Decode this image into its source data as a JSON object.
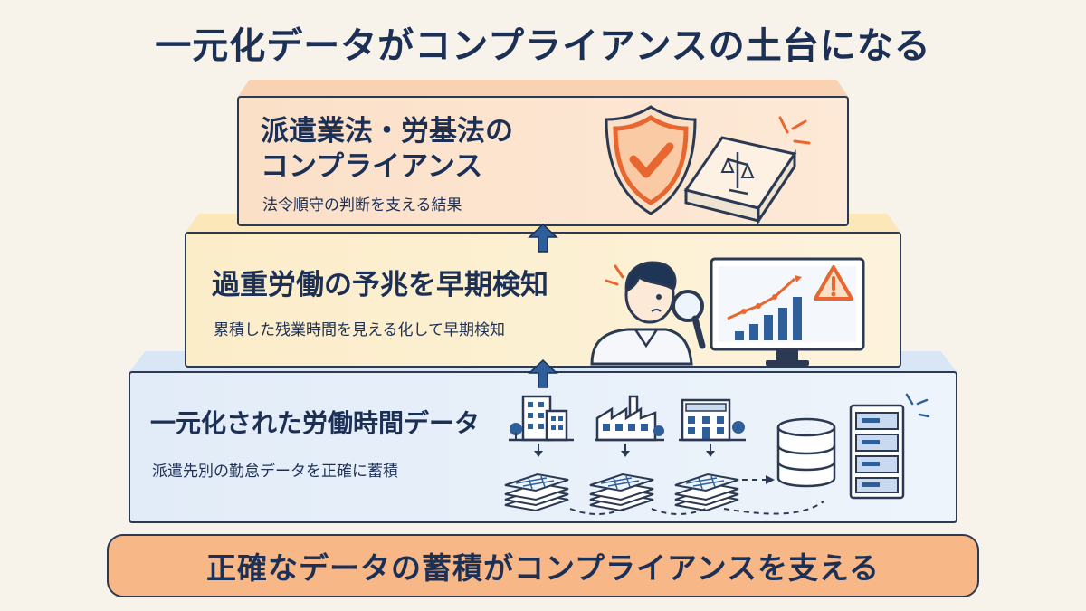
{
  "title": "一元化データがコンプライアンスの土台になる",
  "tiers": {
    "top": {
      "heading_line1": "派遣業法・労基法の",
      "heading_line2": "コンプライアンス",
      "sub": "法令順守の判断を支える結果",
      "icons": [
        "shield-check-icon",
        "law-book-icon"
      ]
    },
    "middle": {
      "heading": "過重労働の予兆を早期検知",
      "sub": "累積した残業時間を見える化して早期検知",
      "icons": [
        "analyst-person-icon",
        "magnifier-icon",
        "monitor-chart-icon",
        "warning-icon"
      ]
    },
    "bottom": {
      "heading": "一元化された労働時間データ",
      "sub": "派遣先別の勤怠データを正確に蓄積",
      "icons": [
        "office-building-icon",
        "factory-icon",
        "shop-building-icon",
        "timesheet-stack-icon",
        "database-icon",
        "server-icon"
      ]
    }
  },
  "footer": "正確なデータの蓄積がコンプライアンスを支える",
  "colors": {
    "navy": "#1c2f55",
    "orange": "#e8662f",
    "top_tier": "#fbe0c8",
    "middle_tier": "#fcedc9",
    "bottom_tier": "#e2ecf8",
    "footer": "#f7b787"
  }
}
